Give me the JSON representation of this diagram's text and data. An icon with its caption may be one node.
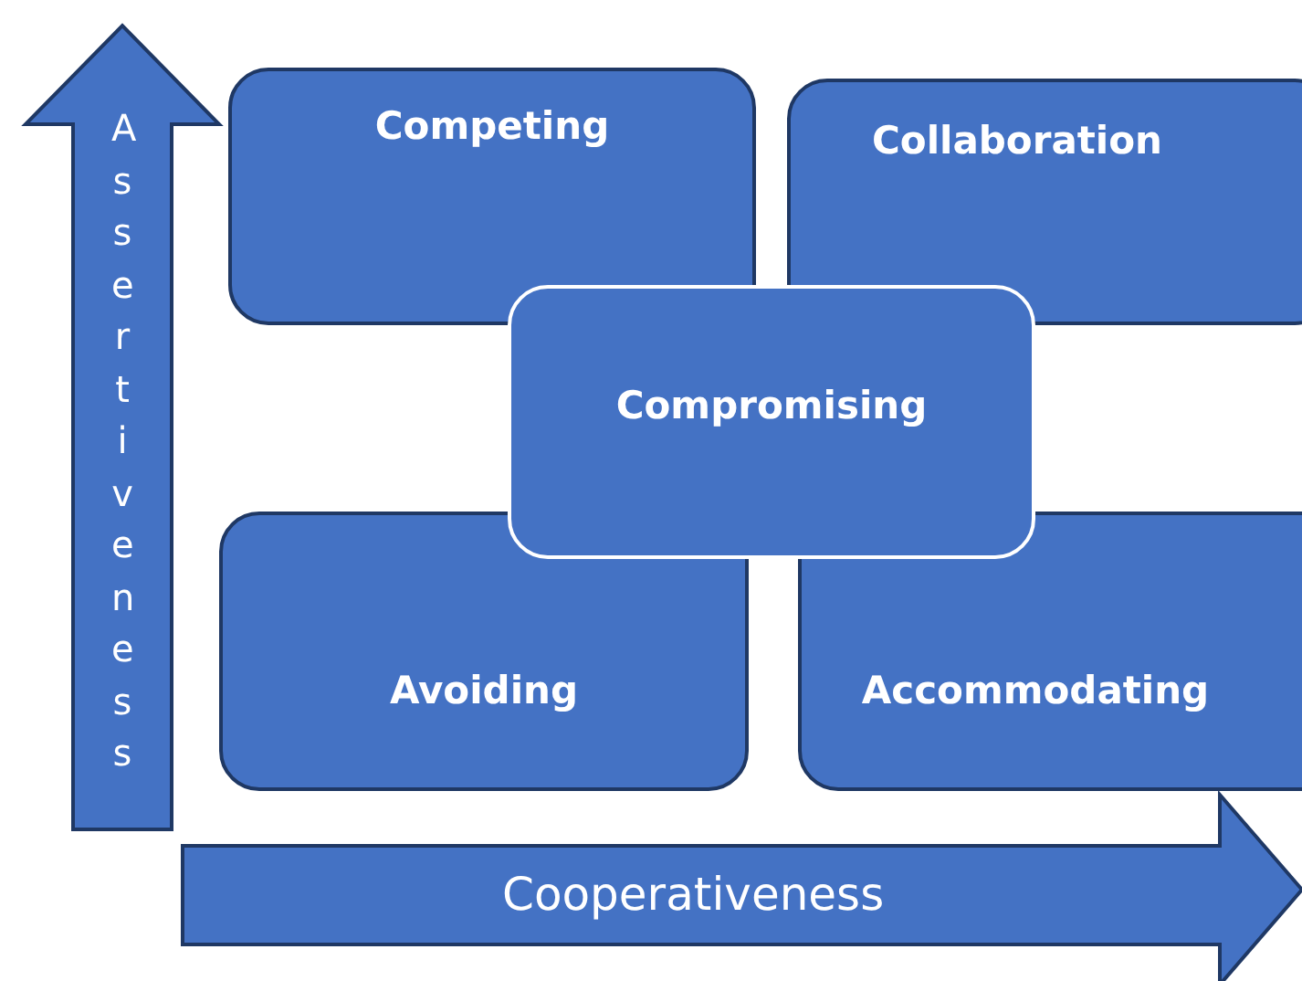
{
  "diagram": {
    "nodes": [
      {
        "text": [
          "Assertiveness"
        ]
      },
      {
        "text": [
          "Competing"
        ]
      },
      {
        "text": [
          "Collaboration"
        ]
      },
      {
        "text": [
          "Compromising"
        ]
      },
      {
        "text": [
          "Avoiding"
        ]
      },
      {
        "text": [
          "Accommodating"
        ]
      },
      {
        "text": [
          "Cooperativeness"
        ]
      }
    ],
    "edges": []
  }
}
